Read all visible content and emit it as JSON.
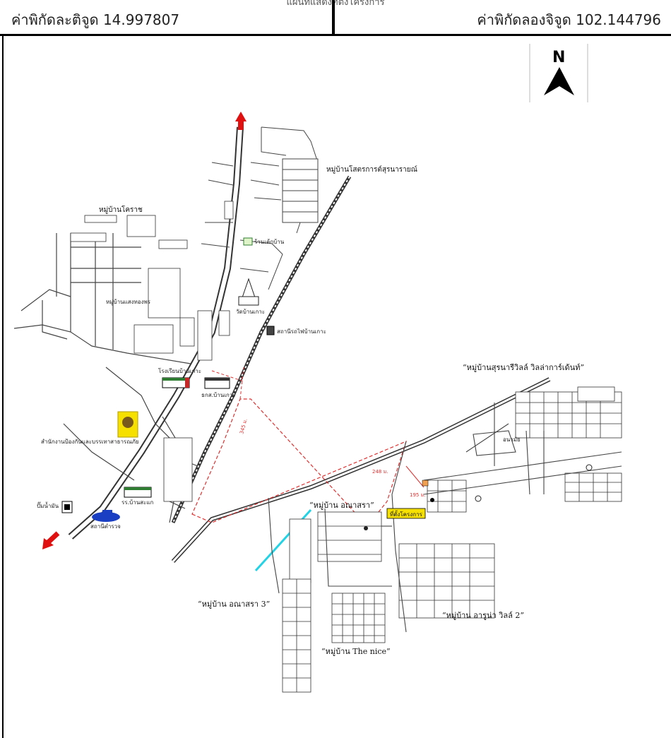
{
  "header": {
    "top_caption": "แผนที่แสดงที่ตั้งโครงการ",
    "latitude_label": "ค่าพิกัดละติจูด 14.997807",
    "longitude_label": "ค่าพิกัดลองจิจูด 102.144796"
  },
  "compass": {
    "letter": "N",
    "icon": "north-arrow-icon"
  },
  "places": {
    "village_top_right": "หมู่บ้านโสตรการต์สุรนารายณ์",
    "village_top_left": "หมู่บ้านโคราช",
    "village_left_mid": "หมู่บ้านแสงทองพร",
    "temple": "วัดบ้านเกาะ",
    "shop_top": "ร้านเค้กบ้าน",
    "station": "สถานีรถไฟบ้านเกาะ",
    "school_1": "โรงเรียนบ้านเกาะ",
    "bank": "ธกส.บ้านเกาะ",
    "office": "สำนักงานป้องกันและบรรเทาสาธารณภัย",
    "school_2": "รร.บ้านสะแก",
    "fuel": "ปั๊มน้ำมัน",
    "police": "สถานีตำรวจ",
    "health": "อนามัย",
    "village_east_long": "“หมู่บ้านสุรนารีวิลล์ วิลล่าการ์เด้นท์”",
    "village_anusara": "“หมู่บ้าน อณาสรา”",
    "village_anusara3": "“หมู่บ้าน อณาสรา 3”",
    "village_aruna": "“หมู่บ้าน อารูน่า วิลล์ 2”",
    "village_thenice": "“หมู่บ้าน The nice”",
    "project_site": "ที่ตั้งโครงการ",
    "dim_1": "248 ม.",
    "dim_2": "195 ม.",
    "dim_3": "345 ม."
  },
  "colors": {
    "road": "#333333",
    "boundary": "#e03030",
    "highlight": "#f5e000",
    "canal": "#22d3e6",
    "arrow": "#e01010",
    "police": "#1a3fc2",
    "building": "#2f7d32"
  }
}
